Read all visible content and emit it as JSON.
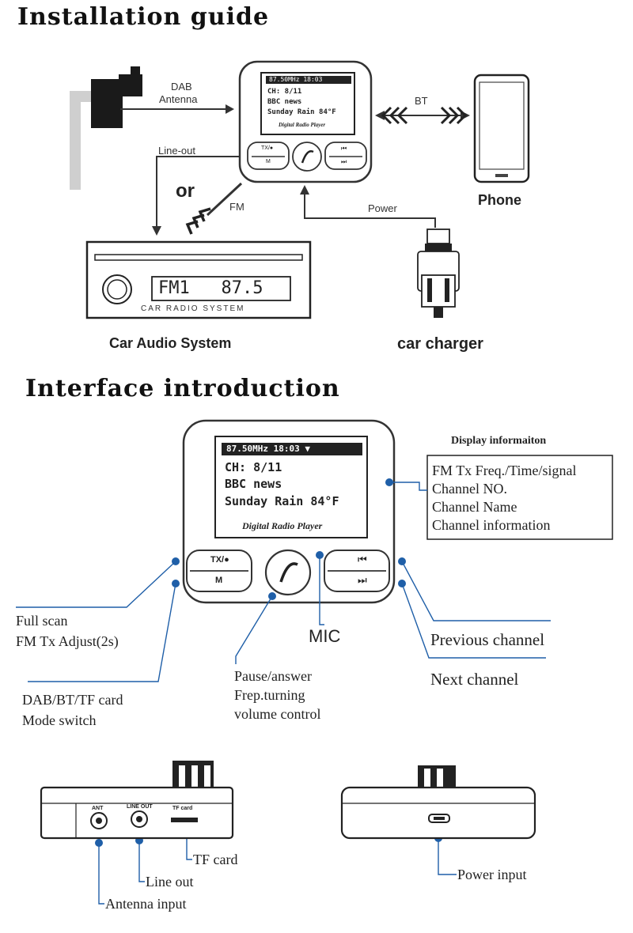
{
  "install": {
    "title": "Installation guide",
    "dab_label_1": "DAB",
    "dab_label_2": "Antenna",
    "line_out": "Line-out",
    "or": "or",
    "fm": "FM",
    "bt": "BT",
    "power": "Power",
    "phone": "Phone",
    "car_audio": "Car Audio System",
    "car_charger": "car charger",
    "radio_display": "FM1   87.5",
    "radio_caption": "CAR RADIO SYSTEM",
    "device_screen": [
      "87.50MHz  18:03",
      "CH: 8/11",
      "BBC news",
      "Sunday Rain 84°F"
    ],
    "device_brand": "Digital Radio Player",
    "device_btn_left_top": "TX/●",
    "device_btn_left_bottom": "M",
    "device_btn_right_top": "⏮",
    "device_btn_right_bottom": "⏭"
  },
  "interface": {
    "title": "Interface introduction",
    "screen": [
      "87.50MHz  18:03  ▼",
      "CH: 8/11",
      "BBC news",
      "Sunday Rain 84°F"
    ],
    "brand": "Digital Radio Player",
    "btn_tx": "TX/●",
    "btn_m": "M",
    "btn_prev": "⏮",
    "btn_next": "⏭",
    "display_info_title": "Display informaiton",
    "display_info_items": [
      "FM Tx Freq./Time/signal",
      "Channel NO.",
      "Channel Name",
      "Channel information"
    ],
    "full_scan_1": "Full scan",
    "full_scan_2": "FM Tx Adjust(2s)",
    "mode_1": "DAB/BT/TF card",
    "mode_2": "Mode switch",
    "pause_1": "Pause/answer",
    "pause_2": "Frep.turning",
    "pause_3": "volume control",
    "mic": "MIC",
    "prev": "Previous channel",
    "next": "Next channel"
  },
  "ports": {
    "ant": "ANT",
    "line_port": "LINE OUT",
    "tf_port": "TF card",
    "tf_card": "TF card",
    "line_out": "Line out",
    "antenna_input": "Antenna input",
    "power_input": "Power input"
  },
  "colors": {
    "callout": "#1f5fa8",
    "ink": "#222222"
  }
}
